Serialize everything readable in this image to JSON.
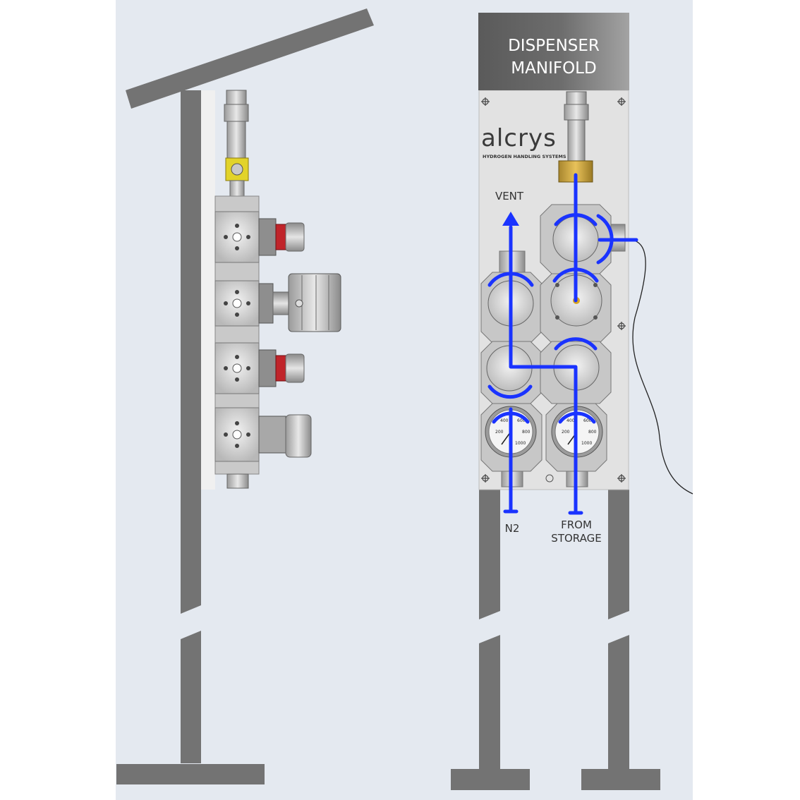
{
  "title": {
    "line1": "DISPENSER",
    "line2": "MANIFOLD"
  },
  "logo": {
    "text": "alcrys",
    "subtitle": "HYDROGEN HANDLING SYSTEMS"
  },
  "labels": {
    "vent": "VENT",
    "n2": "N2",
    "from_storage_line1": "FROM",
    "from_storage_line2": "STORAGE"
  },
  "gauge_ticks": [
    "400",
    "600",
    "200",
    "800",
    "1000"
  ],
  "colors": {
    "background": "#e4e9f0",
    "frame": "#737373",
    "flow_line": "#1a33ff",
    "panel": "#e2e2e2",
    "title_block": "#6d6d6d"
  }
}
